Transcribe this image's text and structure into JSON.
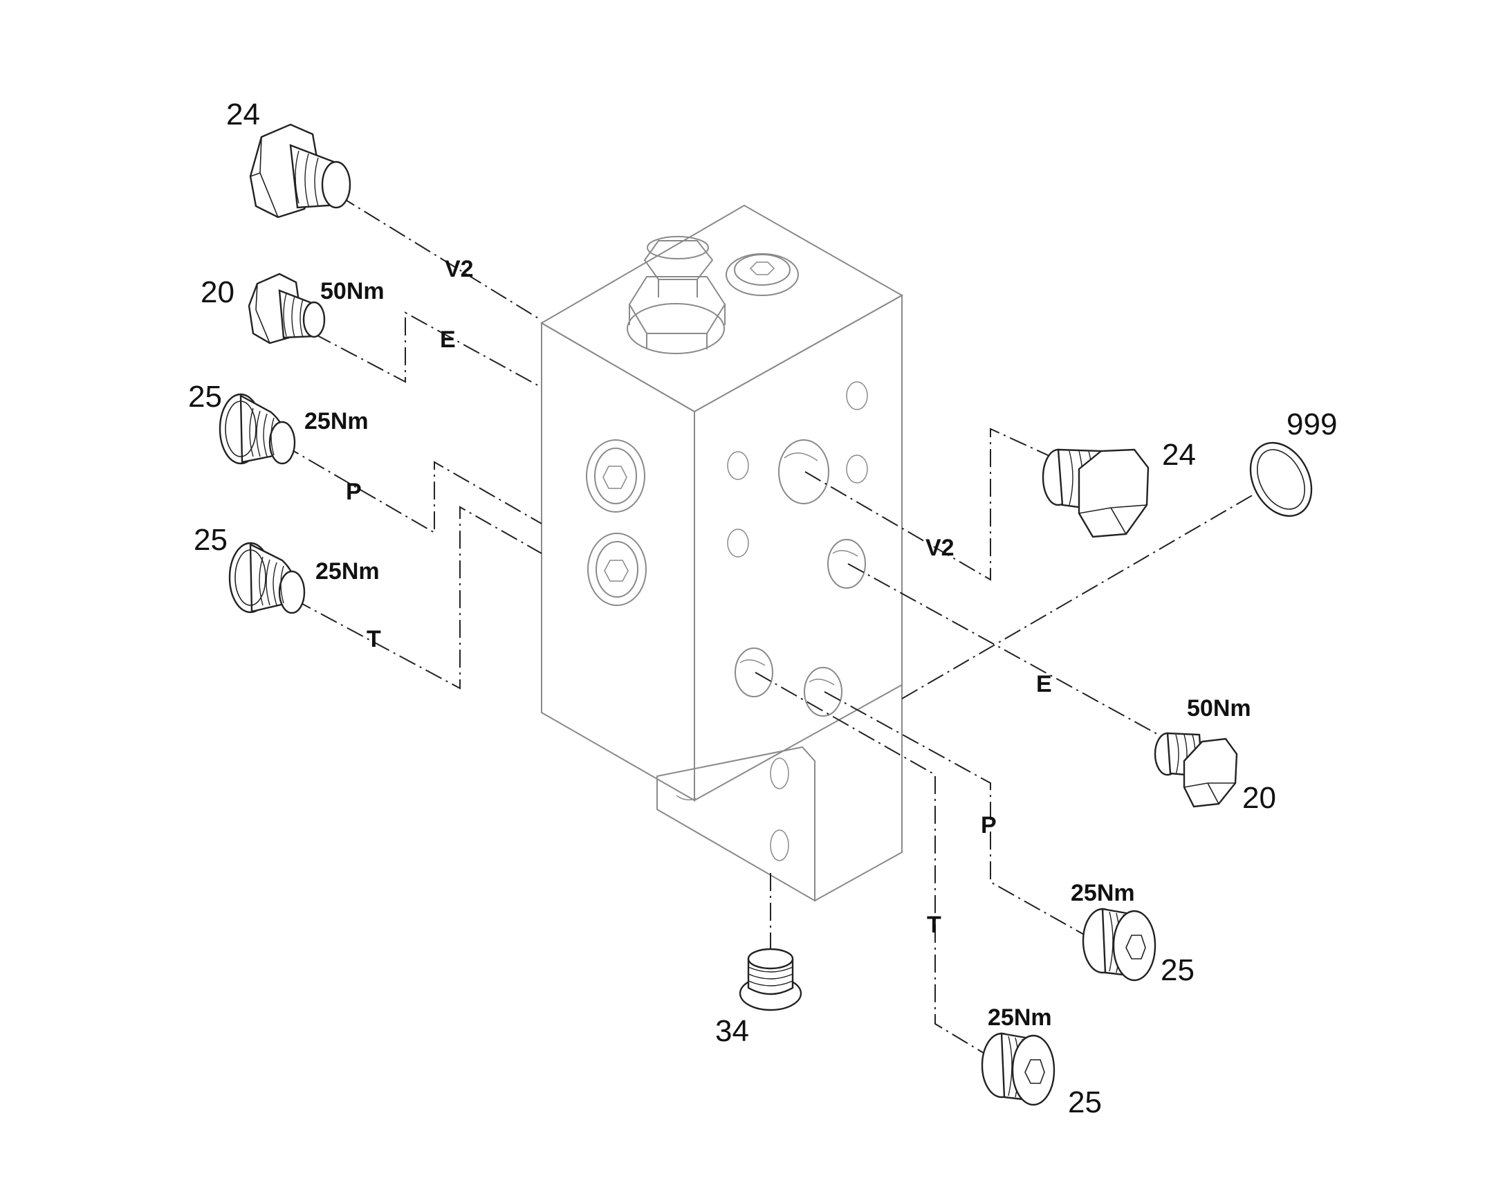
{
  "labels": {
    "p24_left": "24",
    "p20_left": "20",
    "p25_left_a": "25",
    "p25_left_b": "25",
    "p24_right": "24",
    "p999": "999",
    "p20_right": "20",
    "p25_right_a": "25",
    "p25_right_b": "25",
    "p34": "34"
  },
  "torques": {
    "t20_left": "50Nm",
    "t25_left_a": "25Nm",
    "t25_left_b": "25Nm",
    "t20_right": "50Nm",
    "t25_right_a": "25Nm",
    "t25_right_b": "25Nm"
  },
  "ports": {
    "v2_left": "V2",
    "e_left": "E",
    "p_left": "P",
    "t_left": "T",
    "v2_right": "V2",
    "e_right": "E",
    "p_right": "P",
    "t_right": "T"
  }
}
